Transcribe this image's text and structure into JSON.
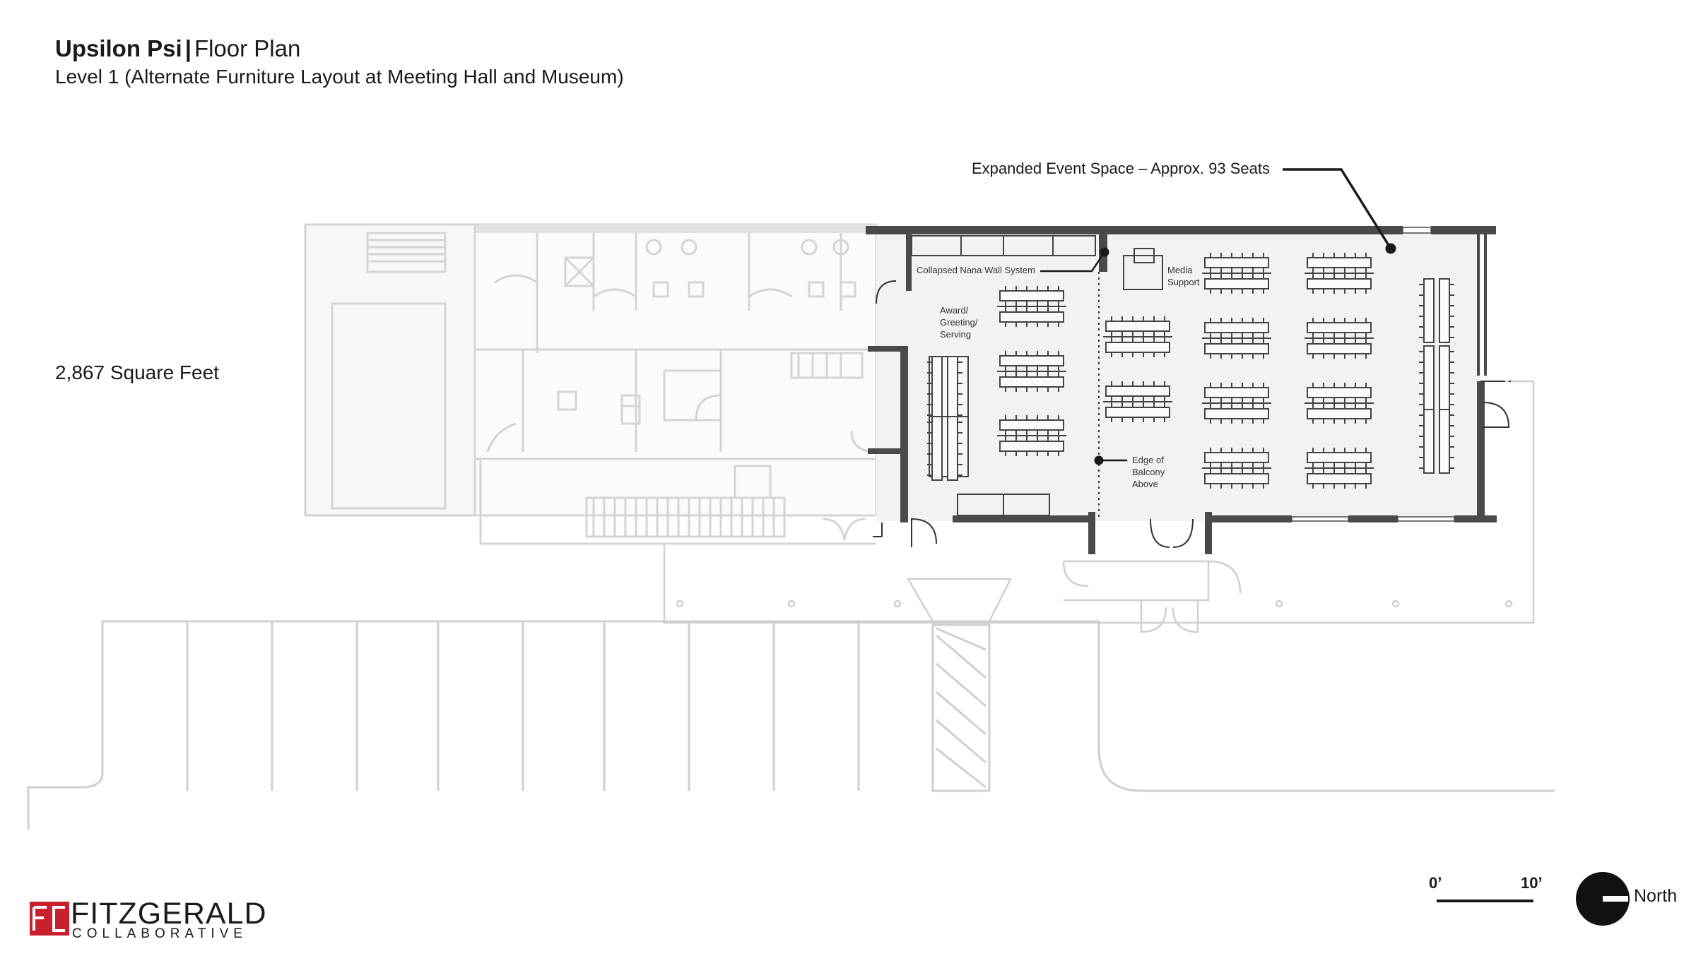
{
  "header": {
    "title_bold": "Upsilon Psi",
    "title_sep": "|",
    "title_rest": "Floor Plan",
    "subtitle_bold": "Level 1",
    "subtitle_rest": "(Alternate Furniture Layout at Meeting Hall and Museum)"
  },
  "area": "2,867 Square Feet",
  "callouts": {
    "event_space": "Expanded Event Space – Approx. 93 Seats",
    "nana_wall": "Collapsed Nana Wall System",
    "media_1": "Media",
    "media_2": "Support",
    "award_1": "Award/",
    "award_2": "Greeting/",
    "award_3": "Serving",
    "balcony_1": "Edge of",
    "balcony_2": "Balcony",
    "balcony_3": "Above"
  },
  "scale": {
    "start": "0’",
    "end": "10’"
  },
  "north": {
    "label": "North"
  },
  "logo": {
    "mark": "FC",
    "name": "FITZGERALD",
    "sub": "COLLABORATIVE",
    "color": "#c8202c"
  },
  "colors": {
    "wall": "#4a4a4a",
    "faded": "#d9d9d9",
    "room_fill": "#f2f2f2",
    "ink": "#1a1a1a"
  }
}
